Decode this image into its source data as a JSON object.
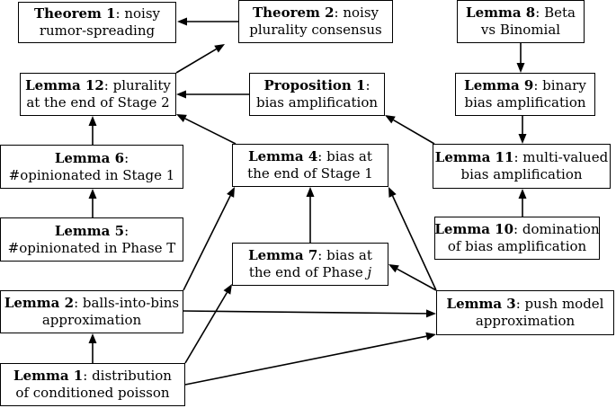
{
  "nodes": {
    "thm1": {
      "title": "Theorem 1",
      "line1": ": noisy",
      "line2": "rumor-spreading"
    },
    "thm2": {
      "title": "Theorem 2",
      "line1": ": noisy",
      "line2": "plurality consensus"
    },
    "lem8": {
      "title": "Lemma 8",
      "line1": ": Beta",
      "line2": "vs Binomial"
    },
    "lem12": {
      "title": "Lemma 12",
      "line1": ": plurality",
      "line2": "at the end of Stage 2"
    },
    "prop1": {
      "title": "Proposition 1",
      "line1": ":",
      "line2": "bias amplification"
    },
    "lem9": {
      "title": "Lemma 9",
      "line1": ": binary",
      "line2": "bias amplification"
    },
    "lem6": {
      "title": "Lemma 6",
      "line1": ":",
      "line2": "#opinionated in Stage 1"
    },
    "lem4": {
      "title": "Lemma 4",
      "line1": ": bias at",
      "line2": "the end of Stage 1"
    },
    "lem11": {
      "title": "Lemma 11",
      "line1": ": multi-valued",
      "line2": "bias amplification"
    },
    "lem5": {
      "title": "Lemma 5",
      "line1": ":",
      "line2": "#opinionated in Phase T"
    },
    "lem10": {
      "title": "Lemma 10",
      "line1": ": domination",
      "line2": "of bias amplification"
    },
    "lem7": {
      "title": "Lemma 7",
      "line1": ": bias at",
      "line2": "the end of Phase ",
      "line2_italic": "j"
    },
    "lem2": {
      "title": "Lemma 2",
      "line1": ": balls-into-bins",
      "line2": "approximation"
    },
    "lem3": {
      "title": "Lemma 3",
      "line1": ": push model",
      "line2": "approximation"
    },
    "lem1": {
      "title": "Lemma 1",
      "line1": ": distribution",
      "line2": "of conditioned poisson"
    }
  },
  "edges": [
    [
      "thm2",
      "thm1"
    ],
    [
      "lem12",
      "thm2"
    ],
    [
      "lem8",
      "lem9"
    ],
    [
      "prop1",
      "lem12"
    ],
    [
      "lem4",
      "lem12"
    ],
    [
      "lem6",
      "lem12"
    ],
    [
      "lem11",
      "prop1"
    ],
    [
      "lem9",
      "lem11"
    ],
    [
      "lem10",
      "lem11"
    ],
    [
      "lem5",
      "lem6"
    ],
    [
      "lem7",
      "lem4"
    ],
    [
      "lem2",
      "lem4"
    ],
    [
      "lem3",
      "lem4"
    ],
    [
      "lem3",
      "lem7"
    ],
    [
      "lem2",
      "lem3"
    ],
    [
      "lem1",
      "lem2"
    ],
    [
      "lem1",
      "lem7"
    ],
    [
      "lem1",
      "lem3"
    ]
  ]
}
